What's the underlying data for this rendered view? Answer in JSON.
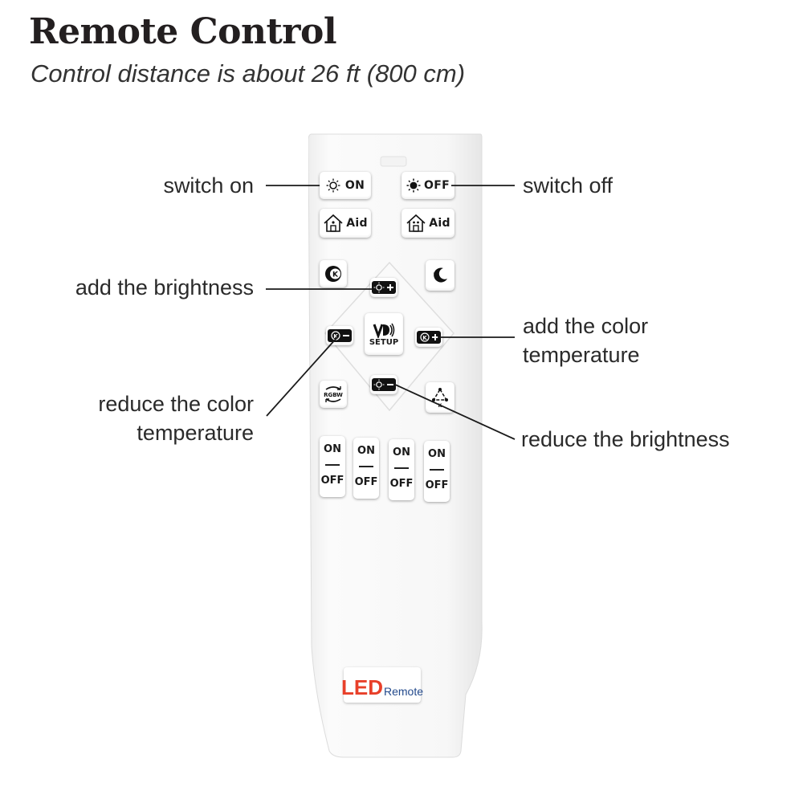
{
  "title": "Remote Control",
  "subtitle": "Control distance is about 26 ft (800 cm)",
  "labels": {
    "switch_on": "switch on",
    "switch_off": "switch off",
    "add_brightness": "add the brightness",
    "add_color_temp_1": "add the color",
    "add_color_temp_2": "temperature",
    "reduce_color_temp_1": "reduce the color",
    "reduce_color_temp_2": "temperature",
    "reduce_brightness": "reduce the brightness"
  },
  "remote": {
    "on_label": "ON",
    "off_label": "OFF",
    "aid_left": "Aid",
    "aid_right": "Aid",
    "setup_label": "SETUP",
    "rgbw_label": "RGBW",
    "switches": [
      {
        "on": "ON",
        "off": "OFF"
      },
      {
        "on": "ON",
        "off": "OFF"
      },
      {
        "on": "ON",
        "off": "OFF"
      },
      {
        "on": "ON",
        "off": "OFF"
      }
    ],
    "logo_led": "LED",
    "logo_remote": "Remote"
  },
  "colors": {
    "text": "#231f20",
    "logo_red": "#e8402a",
    "logo_blue": "#234a8c",
    "button_dark": "#111111"
  }
}
